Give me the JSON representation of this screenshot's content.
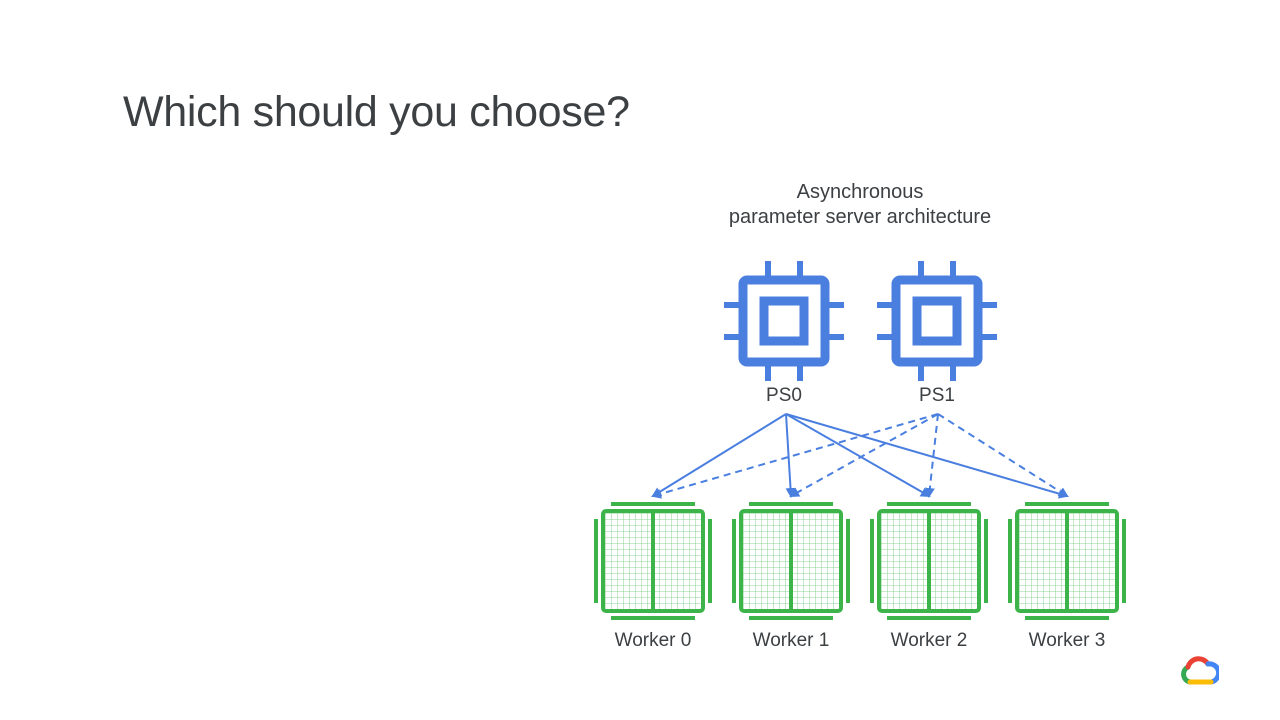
{
  "slide": {
    "title": "Which should you choose?",
    "diagram_title_line1": "Asynchronous",
    "diagram_title_line2": "parameter server architecture"
  },
  "servers": [
    {
      "label": "PS0",
      "icon": "cpu-chip-icon"
    },
    {
      "label": "PS1",
      "icon": "cpu-chip-icon"
    }
  ],
  "workers": [
    {
      "label": "Worker 0",
      "icon": "tpu-grid-icon"
    },
    {
      "label": "Worker 1",
      "icon": "tpu-grid-icon"
    },
    {
      "label": "Worker 2",
      "icon": "tpu-grid-icon"
    },
    {
      "label": "Worker 3",
      "icon": "tpu-grid-icon"
    }
  ],
  "connections": {
    "PS0": {
      "style": "solid",
      "targets": [
        "Worker 0",
        "Worker 1",
        "Worker 2",
        "Worker 3"
      ]
    },
    "PS1": {
      "style": "dashed",
      "targets": [
        "Worker 0",
        "Worker 1",
        "Worker 2",
        "Worker 3"
      ]
    }
  },
  "colors": {
    "server": "#4a7fe0",
    "worker": "#3cb44a",
    "arrow": "#4a7fe0",
    "text": "#3c4043"
  },
  "logo": "google-cloud-logo"
}
